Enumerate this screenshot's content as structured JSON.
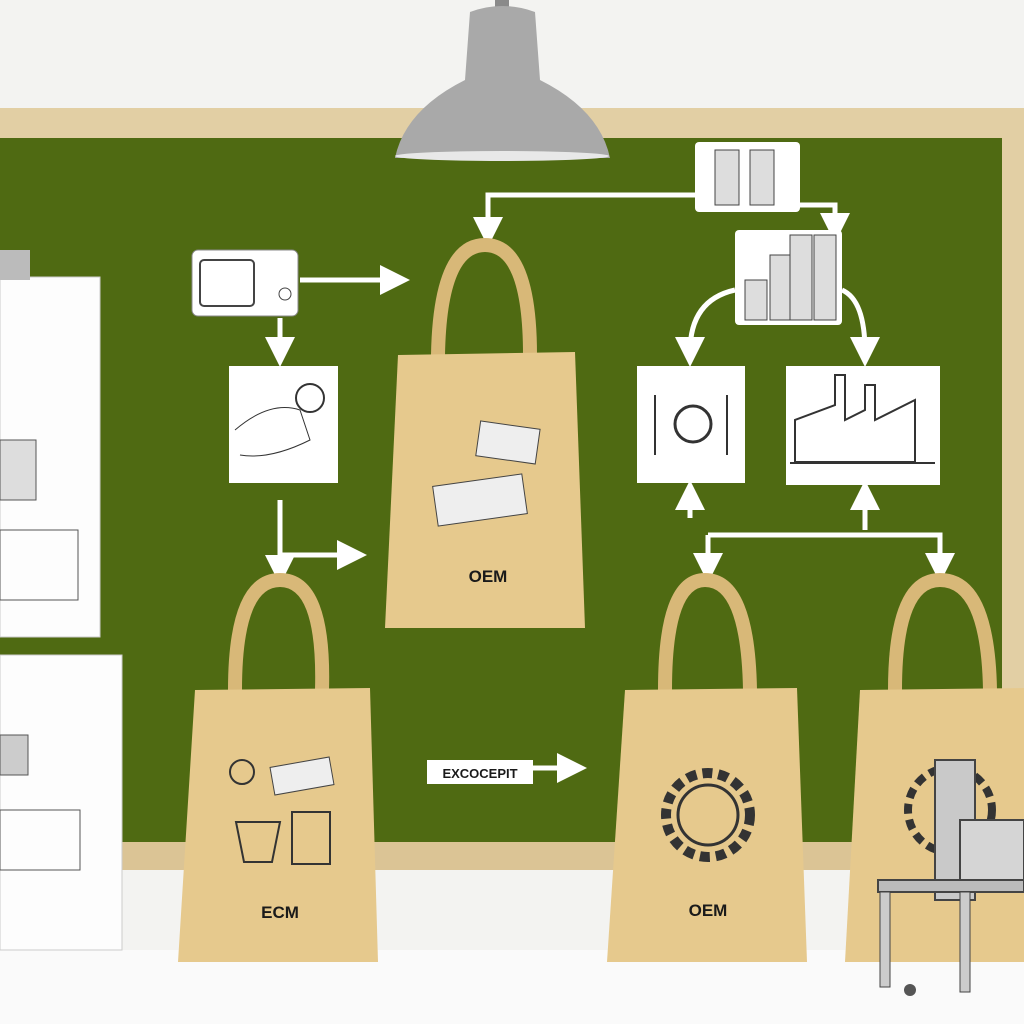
{
  "bags": [
    {
      "label": "OEM"
    },
    {
      "label": "ECM"
    },
    {
      "label": "OEM"
    },
    {
      "label": ""
    }
  ],
  "arrow_tag": {
    "label": "EXCOCEPIT"
  },
  "colors": {
    "board": "#4f6a12",
    "frame": "#e2cfa4",
    "bag": "#e6c98d",
    "lamp": "#a9a9a9",
    "arrow": "#ffffff"
  }
}
